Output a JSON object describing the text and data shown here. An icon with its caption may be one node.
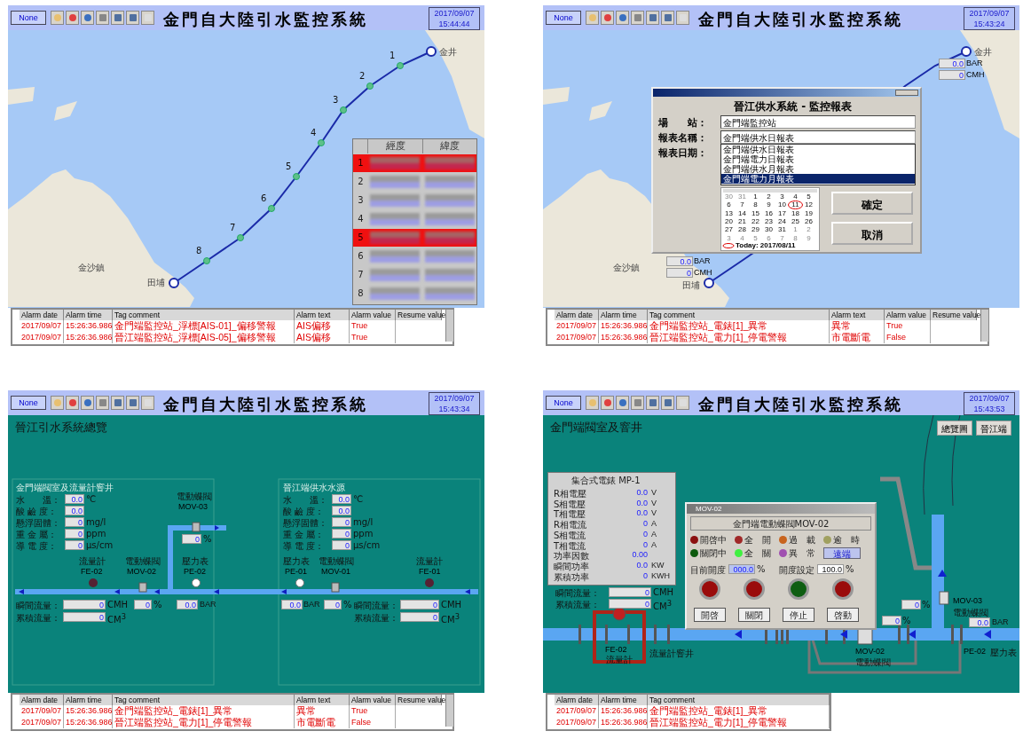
{
  "diagram": {
    "labels": [
      "None",
      "金門自大陸引水監控系統",
      "2017/09/07 15:44:44",
      "1",
      "金井",
      "2",
      "3",
      "4",
      "5",
      "6",
      "7",
      "8",
      "金沙鎮",
      "田埔",
      "經度",
      "緯度",
      "1",
      "2",
      "3",
      "4",
      "5",
      "6",
      "7",
      "8",
      "Alarm date",
      "Alarm time",
      "Tag comment",
      "Alarm text",
      "Alarm value",
      "Resume value",
      "2017/09/07",
      "15:26:36.986",
      "金門端監控站_浮標[AIS-01]_偏移警報",
      "AIS偏移",
      "True",
      "2017/09/07",
      "15:26:36.986",
      "晉江端監控站_浮標[AIS-05]_偏移警報",
      "AIS偏移",
      "True",
      "None",
      "金門自大陸引水監控系統",
      "2017/09/07 15:43:24",
      "金井",
      "0.0",
      "BAR",
      "0",
      "CMH",
      "晉江供水系統 - 監控報表",
      "場　　站：",
      "金門端監控站",
      "報表名稱：",
      "金門端供水日報表",
      "報表日期：",
      "金門端供水日報表",
      "金門端電力日報表",
      "金門端供水月報表",
      "金門端電力月報表",
      "30",
      "31",
      "1",
      "2",
      "3",
      "4",
      "5",
      "6",
      "7",
      "8",
      "9",
      "10",
      "11",
      "12",
      "13",
      "14",
      "15",
      "16",
      "17",
      "18",
      "19",
      "20",
      "21",
      "22",
      "23",
      "24",
      "25",
      "26",
      "27",
      "28",
      "29",
      "30",
      "31",
      "1",
      "2",
      "3",
      "4",
      "5",
      "6",
      "7",
      "8",
      "9",
      "Today: 2017/08/11",
      "確定",
      "取消",
      "0.0",
      "BAR",
      "0",
      "CMH",
      "金沙鎮",
      "田埔",
      "Alarm date",
      "Alarm time",
      "Tag comment",
      "Alarm text",
      "Alarm value",
      "Resume value",
      "2017/09/07",
      "15:26:36.986",
      "金門端監控站_電錶[1]_異常",
      "異常",
      "True",
      "2017/09/07",
      "15:26:36.986",
      "晉江端監控站_電力[1]_停電警報",
      "市電斷電",
      "False",
      "None",
      "金門自大陸引水監控系統",
      "2017/09/07 15:43:34",
      "晉江引水系統總覽",
      "金門端閥室及流量計窨井",
      "水　　溫：",
      "0.0",
      "℃",
      "酸 鹼 度：",
      "0.0",
      "懸浮固體：",
      "0",
      "mg/l",
      "重 金 屬：",
      "0",
      "ppm",
      "導 電 度：",
      "0",
      "μs/cm",
      "電動蝶閥",
      "MOV-03",
      "0",
      "%",
      "流量計",
      "FE-02",
      "電動蝶閥",
      "MOV-02",
      "壓力表",
      "PE-02",
      "瞬間流量：",
      "0",
      "CMH",
      "0",
      "%",
      "0.0",
      "BAR",
      "累積流量：",
      "0",
      "CM$^{3}$",
      "晉江端供水水源",
      "水　　溫：",
      "0.0",
      "℃",
      "酸 鹼 度：",
      "0.0",
      "懸浮固體：",
      "0",
      "mg/l",
      "重 金 屬：",
      "0",
      "ppm",
      "導 電 度：",
      "0",
      "μs/cm",
      "壓力表",
      "PE-01",
      "電動蝶閥",
      "MOV-01",
      "流量計",
      "FE-01",
      "0.0",
      "BAR",
      "0",
      "%",
      "瞬間流量：",
      "0",
      "CMH",
      "累積流量：",
      "0",
      "CM$^{3}$",
      "Alarm date",
      "Alarm time",
      "Tag comment",
      "Alarm text",
      "Alarm value",
      "Resume value",
      "2017/09/07",
      "15:26:36.986",
      "金門端監控站_電錶[1]_異常",
      "異常",
      "True",
      "2017/09/07",
      "15:26:36.986",
      "晉江端監控站_電力[1]_停電警報",
      "市電斷電",
      "False",
      "None",
      "金門自大陸引水監控系統",
      "2017/09/07 15:43:53",
      "金門端閥室及窨井",
      "總覽圖",
      "晉江端",
      "集合式電錶 MP-1",
      "R相電壓",
      "0.0",
      "V",
      "S相電壓",
      "0.0",
      "V",
      "T相電壓",
      "0.0",
      "V",
      "R相電流",
      "0",
      "A",
      "S相電流",
      "0",
      "A",
      "T相電流",
      "0",
      "A",
      "功率因數",
      "0.00",
      "瞬間功率",
      "0.0",
      "KW",
      "累積功率",
      "0",
      "KWH",
      "MOV-02",
      "金門端電動蝶閥MOV-02",
      "開啓中",
      "全　開",
      "過　載",
      "逾　時",
      "關閉中",
      "全　關",
      "異　常",
      "遠端",
      "目前開度",
      "000.0",
      "%",
      "開度設定",
      "100.0",
      "%",
      "開啓",
      "關閉",
      "停止",
      "啓動",
      "瞬間流量：",
      "0",
      "CMH",
      "累積流量：",
      "0",
      "CM$^{3}$",
      "0",
      "%",
      "MOV-03",
      "電動蝶閥",
      "0",
      "%",
      "0.0",
      "BAR",
      "FE-02",
      "流量計",
      "流量計窨井",
      "MOV-02",
      "電動蝶閥",
      "PE-02",
      "壓力表",
      "Alarm date",
      "Alarm time",
      "Tag comment",
      "2017/09/07",
      "15:26:36.986",
      "金門端監控站_電錶[1]_異常",
      "2017/09/07",
      "15:26:36.986",
      "晉江端監控站_電力[1]_停電警報"
    ]
  }
}
